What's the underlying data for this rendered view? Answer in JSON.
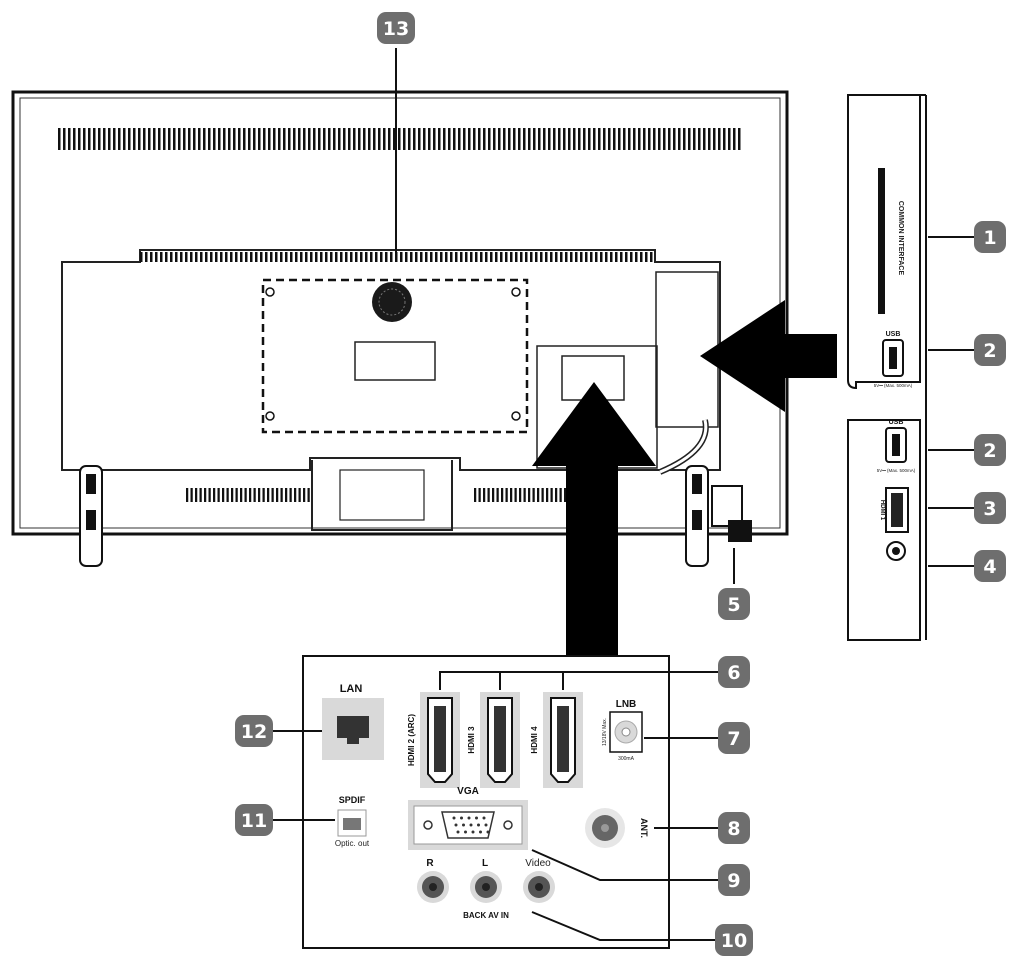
{
  "colors": {
    "badge": "#6e6e6e",
    "line": "#111111",
    "port_fill": "#d9d9d9",
    "arrow": "#000000"
  },
  "callouts": [
    "1",
    "2",
    "2",
    "3",
    "4",
    "5",
    "6",
    "7",
    "8",
    "9",
    "10",
    "11",
    "12",
    "13"
  ],
  "side_panel": {
    "ci_label": "COMMON INTERFACE",
    "usb_label": "USB",
    "usb_rating_1": "5V⎓ (Max. 500mA)",
    "usb_label_2": "USB",
    "usb_rating_2": "5V⎓ (Max. 500mA)",
    "hdmi1_label": "HDMI 1"
  },
  "rear_panel": {
    "lan": "LAN",
    "hdmi2": "HDMI 2 (ARC)",
    "hdmi3": "HDMI 3",
    "hdmi4": "HDMI 4",
    "lnb": "LNB",
    "lnb_rating": "13/18V Max.",
    "lnb_rating_2": "300mA",
    "spdif": "SPDIF",
    "optic_out": "Optic. out",
    "vga": "VGA",
    "ant": "ANT.",
    "r": "R",
    "l": "L",
    "video": "Video",
    "back_av_in": "BACK AV IN"
  }
}
